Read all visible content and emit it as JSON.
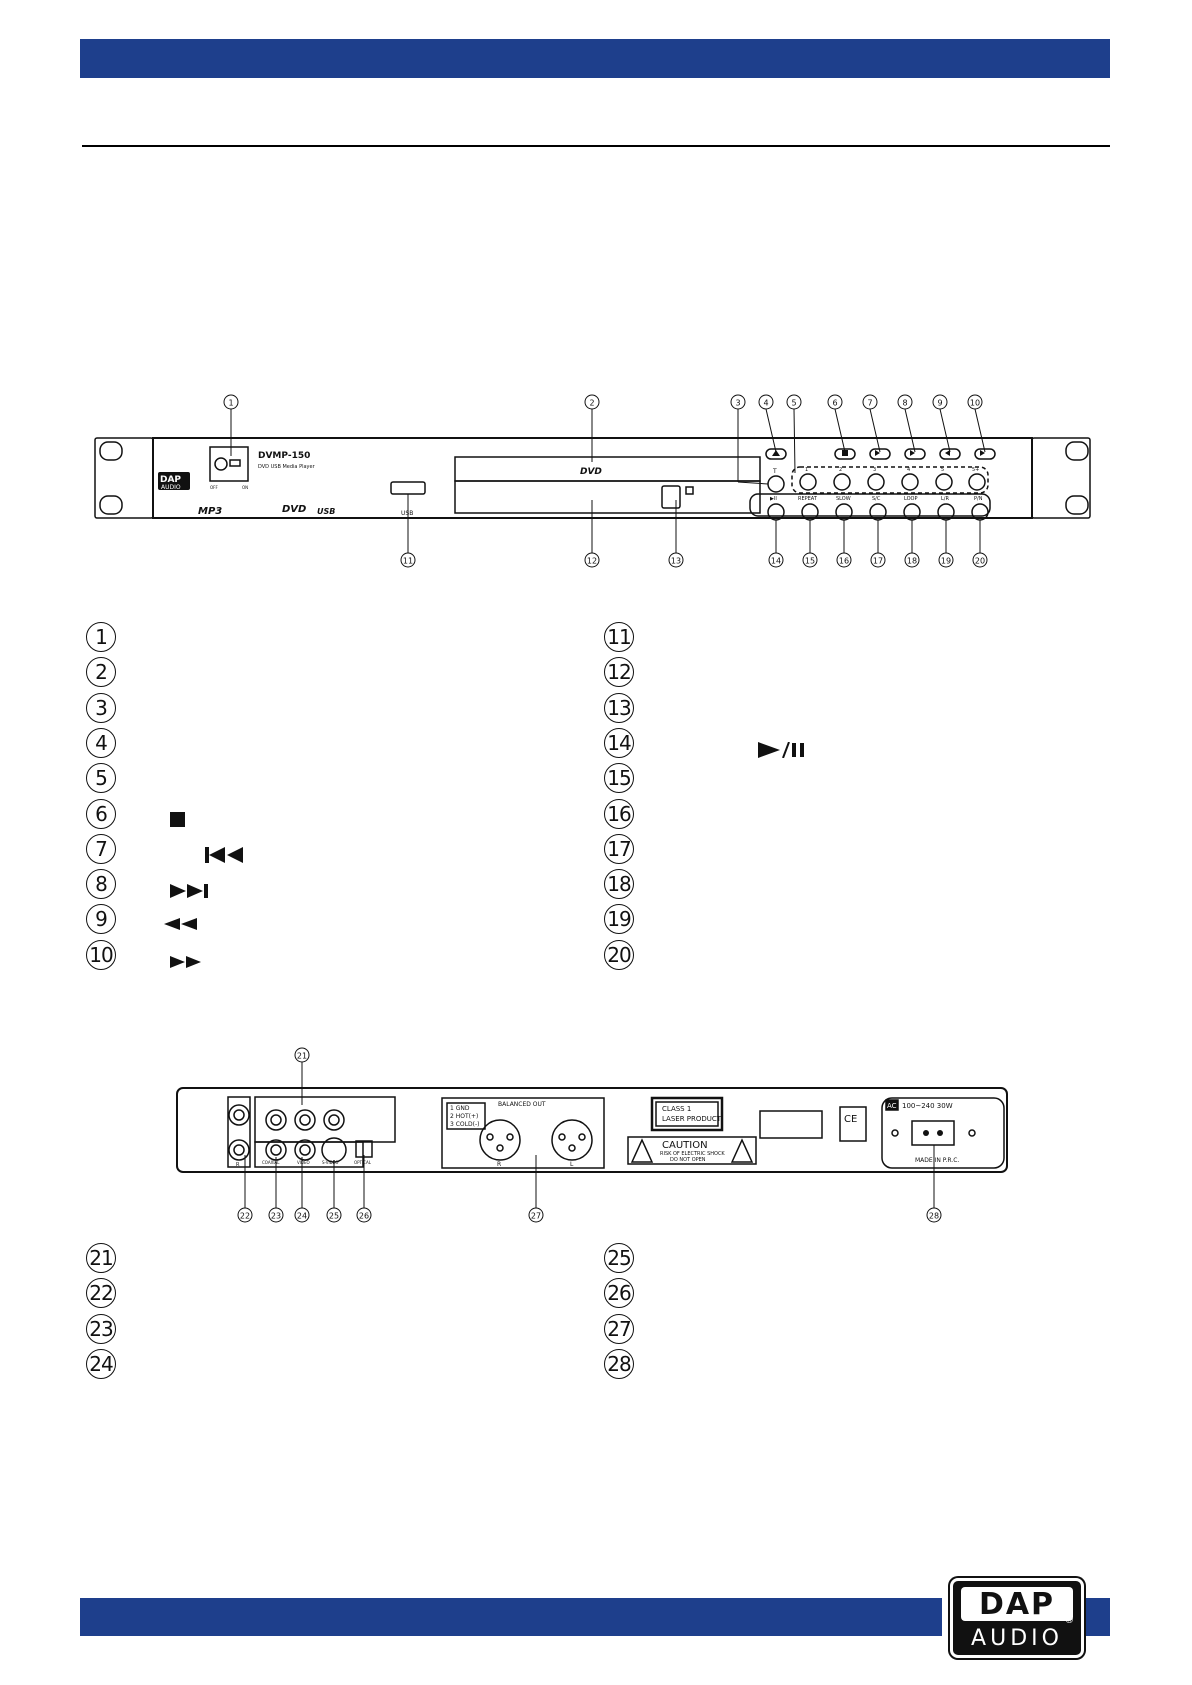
{
  "front_legend_left": [
    "1",
    "2",
    "3",
    "4",
    "5",
    "6",
    "7",
    "8",
    "9",
    "10"
  ],
  "front_legend_right": [
    "11",
    "12",
    "13",
    "14",
    "15",
    "16",
    "17",
    "18",
    "19",
    "20"
  ],
  "rear_legend_left": [
    "21",
    "22",
    "23",
    "24"
  ],
  "rear_legend_right": [
    "25",
    "26",
    "27",
    "28"
  ],
  "front_callouts_top": [
    "1",
    "2",
    "3",
    "4",
    "5",
    "6",
    "7",
    "8",
    "9",
    "10"
  ],
  "front_callouts_bottom": [
    "11",
    "12",
    "13",
    "14",
    "15",
    "16",
    "17",
    "18",
    "19",
    "20"
  ],
  "rear_callouts": [
    "21",
    "22",
    "23",
    "24",
    "25",
    "26",
    "27",
    "28"
  ],
  "front_panel": {
    "model": "DVMP-150",
    "subtitle": "DVD USB Media Player",
    "off_label": "OFF",
    "on_label": "ON",
    "brand_top": "DAP",
    "brand_bottom": "AUDIO",
    "format_mp3": "MP3",
    "format_dvd": "DVD",
    "format_usb": "USB",
    "usb_label": "USB",
    "tray_label": "DVD",
    "t_label": "T",
    "number_buttons": [
      "1",
      "2",
      "3",
      "4",
      "5",
      "5+"
    ],
    "function_buttons": [
      "▶II",
      "REPEAT",
      "SLOW",
      "S/C",
      "LOOP",
      "L/R",
      "P/N"
    ]
  },
  "rear_panel": {
    "balanced_out": "BALANCED OUT",
    "pin_legend": [
      "1 GND",
      "2 HOT(+)",
      "3 COLD(-)"
    ],
    "xlr_r": "R",
    "xlr_l": "L",
    "class_label": [
      "CLASS 1",
      "LASER PRODUCT"
    ],
    "caution_title": "CAUTION",
    "caution_lines": [
      "RISK OF ELECTRIC SHOCK",
      "DO NOT OPEN"
    ],
    "coaxial": "COAXIAL",
    "video": "VIDEO",
    "svideo": "S-VIDEO",
    "optical": "OPTICAL",
    "rca_r": "R",
    "ac_label": "AC",
    "ac_rating": "100~240  30W",
    "made_in": "MADE IN P.R.C.",
    "ce": "CE"
  },
  "logo": {
    "top": "DAP",
    "bottom": "AUDIO",
    "reg": "®"
  },
  "colors": {
    "header_bar": "#1e3f8c",
    "ink": "#111111"
  }
}
